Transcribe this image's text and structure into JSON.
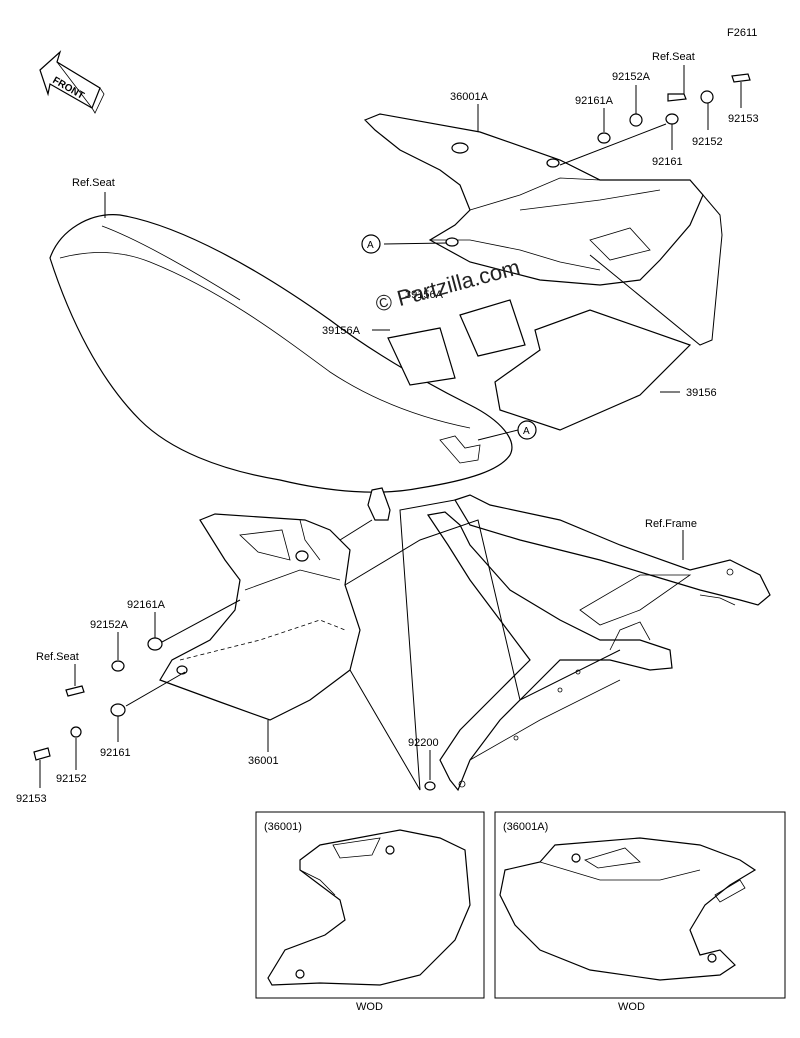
{
  "figure_code": "F2611",
  "front_label": "FRONT",
  "labels": {
    "ref_seat_top": "Ref.Seat",
    "p92152A_top": "92152A",
    "p92153_top": "92153",
    "p36001A": "36001A",
    "p92161A_top": "92161A",
    "p92152_top": "92152",
    "p92161_top": "92161",
    "ref_seat_main": "Ref.Seat",
    "p39156A_a": "39156A",
    "p39156A_b": "39156A",
    "p39156": "39156",
    "ref_frame": "Ref.Frame",
    "p92161A_bot": "92161A",
    "p92152A_bot": "92152A",
    "ref_seat_bot": "Ref.Seat",
    "p92161_bot": "92161",
    "p36001": "36001",
    "p92152_bot": "92152",
    "p92153_bot": "92153",
    "p92200": "92200",
    "callout_a": "A"
  },
  "watermark": "© Partzilla.com",
  "insets": {
    "left_title": "(36001)",
    "left_caption": "WOD",
    "right_title": "(36001A)",
    "right_caption": "WOD"
  }
}
